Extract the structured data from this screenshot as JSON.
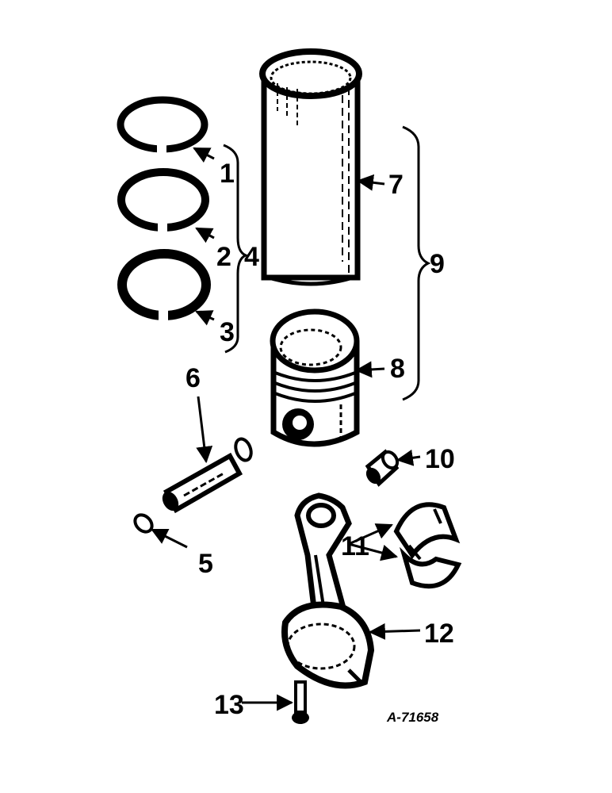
{
  "diagram": {
    "drawing_number": "A-71658",
    "callouts": [
      "1",
      "2",
      "3",
      "4",
      "5",
      "6",
      "7",
      "8",
      "9",
      "10",
      "11",
      "12",
      "13"
    ],
    "colors": {
      "ink": "#000000",
      "paper": "#ffffff"
    }
  }
}
